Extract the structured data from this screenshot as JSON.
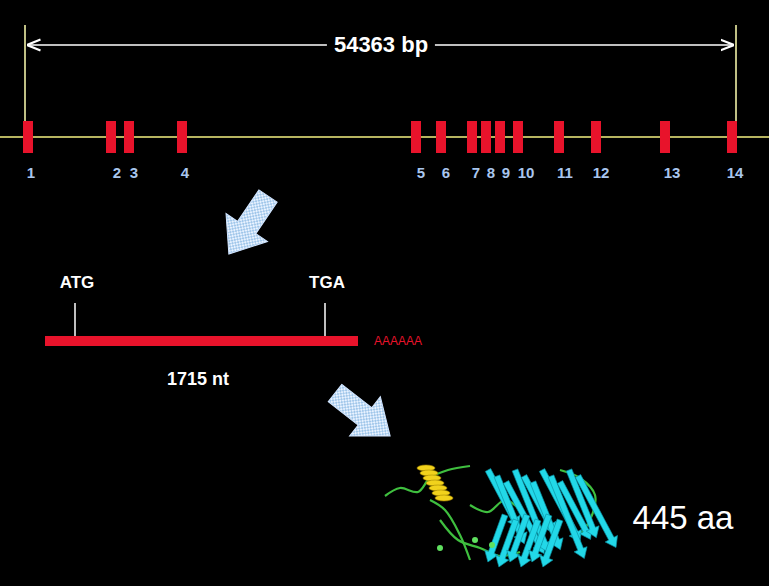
{
  "diagram": {
    "labels": [
      "54363 bp",
      "1",
      "2",
      "3",
      "4",
      "5",
      "6",
      "7",
      "8",
      "9",
      "10",
      "11",
      "12",
      "13",
      "14",
      "ATG",
      "TGA",
      "AAAAAA",
      "1715 nt",
      "445 aa"
    ]
  }
}
